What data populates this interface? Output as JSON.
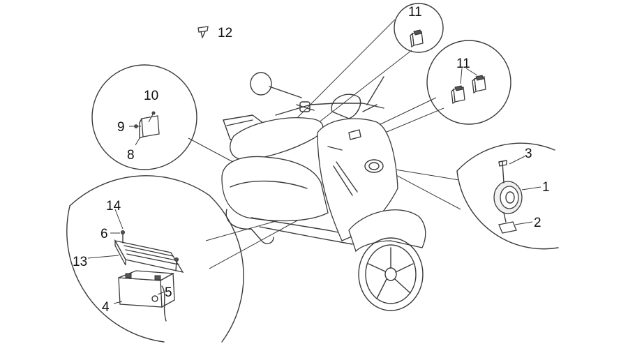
{
  "callouts": {
    "c1": "1",
    "c2": "2",
    "c3": "3",
    "c4": "4",
    "c5": "5",
    "c6": "6",
    "c8": "8",
    "c9": "9",
    "c10": "10",
    "c11a": "11",
    "c11b": "11",
    "c12": "12",
    "c13": "13",
    "c14": "14"
  }
}
